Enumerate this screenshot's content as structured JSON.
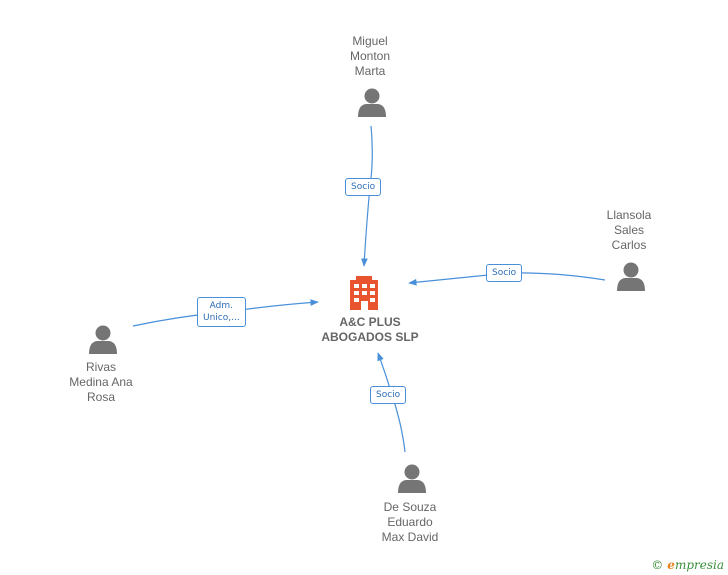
{
  "company": {
    "name_line1": "A&C PLUS",
    "name_line2": "ABOGADOS SLP",
    "icon": "building-icon",
    "color": "#e8542e"
  },
  "people": [
    {
      "id": "miguel",
      "lines": [
        "Miguel",
        "Monton",
        "Marta"
      ],
      "icon": "person-icon"
    },
    {
      "id": "llansola",
      "lines": [
        "Llansola",
        "Sales",
        "Carlos"
      ],
      "icon": "person-icon"
    },
    {
      "id": "rivas",
      "lines": [
        "Rivas",
        "Medina Ana",
        "Rosa"
      ],
      "icon": "person-icon"
    },
    {
      "id": "desouza",
      "lines": [
        "De Souza",
        "Eduardo",
        "Max David"
      ],
      "icon": "person-icon"
    }
  ],
  "edges": [
    {
      "from": "miguel",
      "lines": [
        "Socio"
      ]
    },
    {
      "from": "llansola",
      "lines": [
        "Socio"
      ]
    },
    {
      "from": "rivas",
      "lines": [
        "Adm.",
        "Unico,..."
      ]
    },
    {
      "from": "desouza",
      "lines": [
        "Socio"
      ]
    }
  ],
  "footer": {
    "copyright_symbol": "©",
    "brand_first": "e",
    "brand_rest": "mpresia"
  },
  "colors": {
    "edge": "#4a90d9",
    "person": "#757575",
    "text": "#666666"
  }
}
